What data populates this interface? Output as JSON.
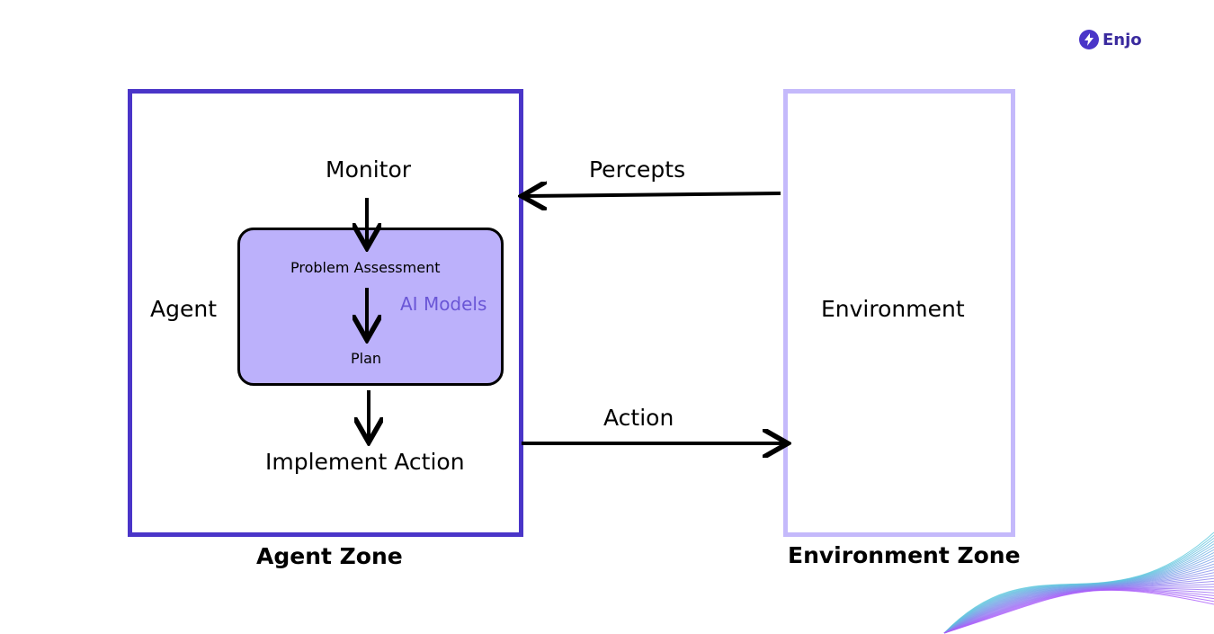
{
  "logo": {
    "name": "Enjo",
    "color": "#4a35c8"
  },
  "agent_box": {
    "label": "Agent",
    "zone": "Agent Zone",
    "border_color": "#4a35c8"
  },
  "environment_box": {
    "label": "Environment",
    "zone": "Environment Zone",
    "border_color": "#c4b9fb"
  },
  "agent_steps": {
    "monitor": "Monitor",
    "implement": "Implement Action"
  },
  "ai_models_box": {
    "title": "AI Models",
    "title_color": "#6a56d6",
    "fill_color": "#bcb1fb",
    "assessment": "Problem Assessment",
    "plan": "Plan"
  },
  "flows": {
    "percepts": "Percepts",
    "action": "Action"
  },
  "icons": [
    "bolt-icon",
    "wave-decoration"
  ]
}
